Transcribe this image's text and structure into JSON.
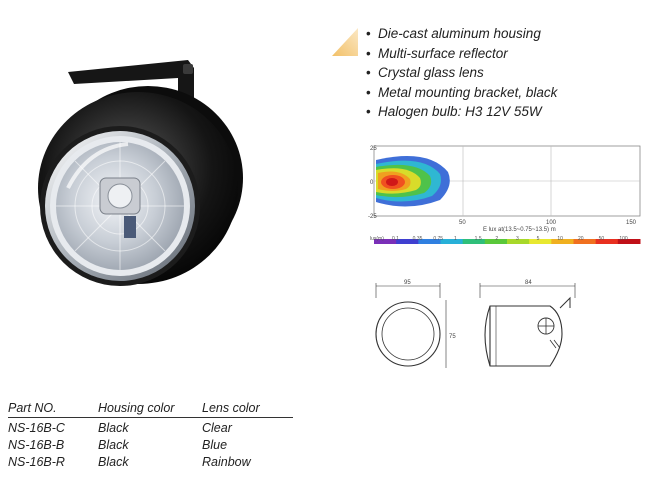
{
  "features": [
    "Die-cast aluminum housing",
    "Multi-surface reflector",
    "Crystal glass lens",
    "Metal mounting bracket, black",
    "Halogen bulb: H3 12V 55W"
  ],
  "beam": {
    "tick_bottom": [
      "50",
      "100",
      "150"
    ],
    "tick_left": [
      "25",
      "0",
      "-25"
    ],
    "axis_note": "E lux at(13.5~0.75~13.5) m",
    "legend_values": [
      "0.1",
      "0.35",
      "0.75",
      "1",
      "1.5",
      "2",
      "3",
      "5",
      "10",
      "20",
      "50",
      "100"
    ],
    "legend_left": "lux(m)",
    "colors": [
      "#7a2fb8",
      "#3f3fd0",
      "#2f7fe0",
      "#27b0d8",
      "#2fbf7a",
      "#5ac83a",
      "#a8d82a",
      "#e8e830",
      "#f0b020",
      "#f07020",
      "#e83020",
      "#c01018"
    ]
  },
  "dimensions": {
    "front_width": "95",
    "front_height": "75",
    "side_width": "84"
  },
  "spec_table": {
    "headers": [
      "Part NO.",
      "Housing color",
      "Lens color"
    ],
    "rows": [
      [
        "NS-16B-C",
        "Black",
        "Clear"
      ],
      [
        "NS-16B-B",
        "Black",
        "Blue"
      ],
      [
        "NS-16B-R",
        "Black",
        "Rainbow"
      ]
    ]
  }
}
